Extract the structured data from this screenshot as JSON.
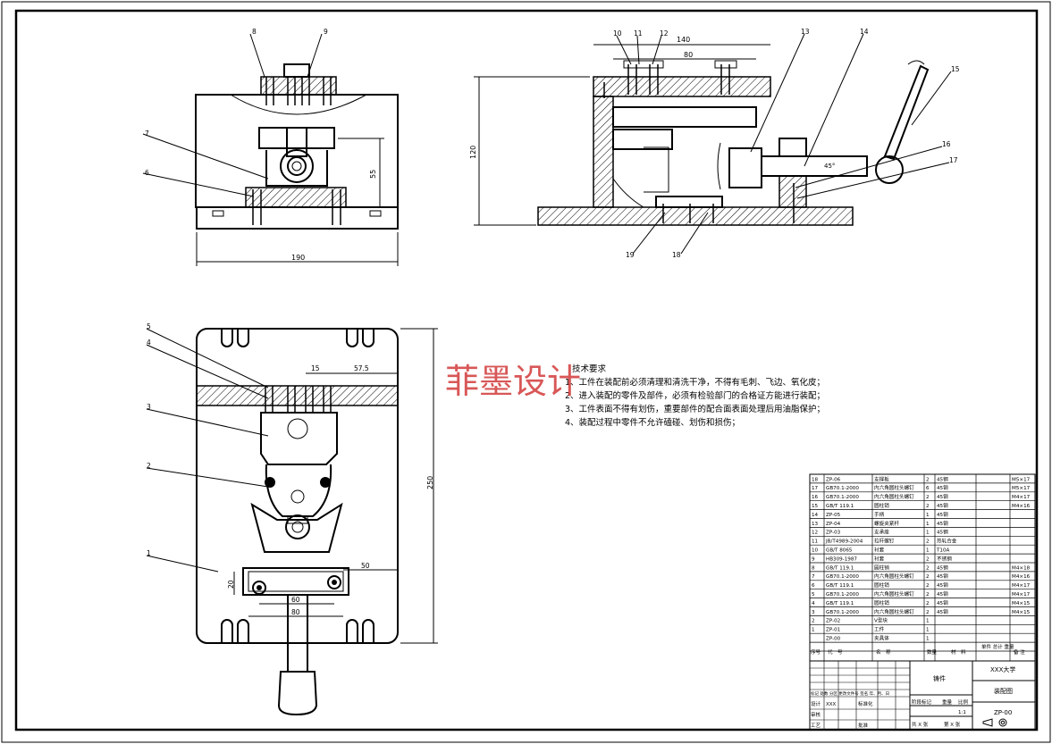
{
  "watermark": "菲墨设计",
  "technical_requirements": {
    "title": "技术要求",
    "items": [
      "1、工件在装配前必须清理和清洗干净，不得有毛刺、飞边、氧化皮；",
      "2、进入装配的零件及部件，必须有检验部门的合格证方能进行装配；",
      "3、工件表面不得有划伤，重要部件的配合面表面处理后用油脂保护；",
      "4、装配过程中零件不允许磕碰、划伤和损伤；"
    ]
  },
  "dimensions": {
    "front_width": "190",
    "front_height": "55",
    "side_height": "120",
    "side_total": "140",
    "side_inner": "80",
    "plan_height": "250",
    "plan_a": "15",
    "plan_b": "57.5",
    "plan_c": "50",
    "plan_d": "20",
    "plan_e": "60",
    "plan_f": "80",
    "angle": "45°"
  },
  "balloons": [
    "1",
    "2",
    "3",
    "4",
    "5",
    "6",
    "7",
    "8",
    "9",
    "10",
    "11",
    "12",
    "13",
    "14",
    "15",
    "16",
    "17",
    "18",
    "19"
  ],
  "bom": {
    "rows": [
      {
        "no": "18",
        "code": "ZP-06",
        "name": "支撑板",
        "qty": "2",
        "mat": "45钢",
        "note": "M5×17"
      },
      {
        "no": "17",
        "code": "GB70.1-2000",
        "name": "内六角圆柱头螺钉",
        "qty": "6",
        "mat": "45钢",
        "note": "M5×17"
      },
      {
        "no": "16",
        "code": "GB70.1-2000",
        "name": "内六角圆柱头螺钉",
        "qty": "2",
        "mat": "45钢",
        "note": "M4×17"
      },
      {
        "no": "15",
        "code": "GB/T 119.1",
        "name": "圆柱销",
        "qty": "2",
        "mat": "45钢",
        "note": "M4×16"
      },
      {
        "no": "14",
        "code": "ZP-05",
        "name": "手柄",
        "qty": "1",
        "mat": "45钢",
        "note": ""
      },
      {
        "no": "13",
        "code": "ZP-04",
        "name": "螺旋夹紧杆",
        "qty": "1",
        "mat": "45钢",
        "note": ""
      },
      {
        "no": "12",
        "code": "ZP-03",
        "name": "支承座",
        "qty": "1",
        "mat": "45钢",
        "note": ""
      },
      {
        "no": "11",
        "code": "JB/T4989-2004",
        "name": "拉杆螺钉",
        "qty": "2",
        "mat": "热轧合金",
        "note": ""
      },
      {
        "no": "10",
        "code": "GB/T 8065",
        "name": "衬套",
        "qty": "1",
        "mat": "T10A",
        "note": ""
      },
      {
        "no": "9",
        "code": "HB309-1987",
        "name": "衬套",
        "qty": "2",
        "mat": "不锈钢",
        "note": ""
      },
      {
        "no": "8",
        "code": "GB/T 119.1",
        "name": "圆柱销",
        "qty": "2",
        "mat": "45钢",
        "note": "M4×18"
      },
      {
        "no": "7",
        "code": "GB70.1-2000",
        "name": "内六角圆柱头螺钉",
        "qty": "2",
        "mat": "45钢",
        "note": "M4×16"
      },
      {
        "no": "6",
        "code": "GB/T 119.1",
        "name": "圆柱销",
        "qty": "2",
        "mat": "45钢",
        "note": "M4×17"
      },
      {
        "no": "5",
        "code": "GB70.1-2000",
        "name": "内六角圆柱头螺钉",
        "qty": "2",
        "mat": "45钢",
        "note": "M4×17"
      },
      {
        "no": "4",
        "code": "GB/T 119.1",
        "name": "圆柱销",
        "qty": "2",
        "mat": "45钢",
        "note": "M4×15"
      },
      {
        "no": "3",
        "code": "GB70.1-2000",
        "name": "内六角圆柱头螺钉",
        "qty": "2",
        "mat": "45钢",
        "note": "M4×15"
      },
      {
        "no": "2",
        "code": "ZP-02",
        "name": "V型块",
        "qty": "1",
        "mat": "",
        "note": ""
      },
      {
        "no": "1",
        "code": "ZP-01",
        "name": "工件",
        "qty": "1",
        "mat": "",
        "note": ""
      },
      {
        "no": "",
        "code": "ZP-00",
        "name": "夹具体",
        "qty": "1",
        "mat": "",
        "note": ""
      }
    ],
    "header": {
      "no": "序号",
      "code": "代　号",
      "name": "名　称",
      "qty": "数量",
      "mat": "材　料",
      "weight": "单件 总计 重量",
      "note": "备 注"
    }
  },
  "title_block": {
    "school": "XXX大学",
    "material": "铸件",
    "drawing_name": "装配图",
    "drawing_no": "ZP-00",
    "scale_label": "比例",
    "scale": "1:1",
    "weight_label": "重量",
    "stage_label": "阶段标记",
    "sheet_total": "共 X 张",
    "sheet_no": "第 X 张",
    "designer_label": "设计",
    "designer": "XXX",
    "std_label": "标准化",
    "review_label": "审核",
    "process_label": "工艺",
    "approve_label": "批准",
    "mark_labels": "标记 处数 分区 更改文件号 签名 年、月、日"
  }
}
